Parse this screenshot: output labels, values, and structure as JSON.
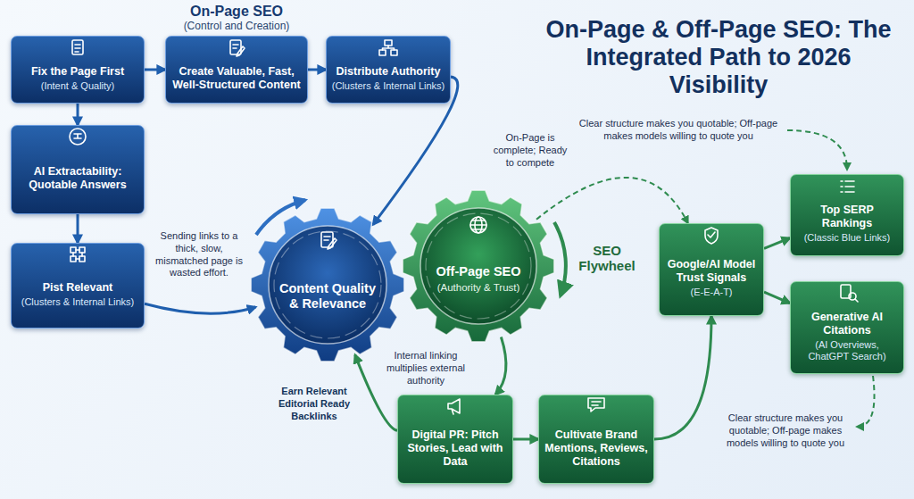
{
  "diagram": {
    "title": "On-Page & Off-Page SEO: The Integrated Path to 2026 Visibility",
    "nodes": [
      {
        "text": [
          "Fix the Page First",
          "(Intent & Quality)"
        ]
      },
      {
        "text": [
          "Create Valuable, Fast, Well-Structured Content"
        ]
      },
      {
        "text": [
          "Distribute Authority",
          "(Clusters & Internal Links)"
        ]
      },
      {
        "text": [
          "AI Extractability: Quotable Answers"
        ]
      },
      {
        "text": [
          "Pist Relevant",
          "(Clusters & Internal Links)"
        ]
      },
      {
        "text": [
          "Content Quality & Relevance"
        ]
      },
      {
        "text": [
          "Off-Page SEO",
          "(Authority & Trust)"
        ]
      },
      {
        "text": [
          "Google/AI Model Trust Signals",
          "(E-E-A-T)"
        ]
      },
      {
        "text": [
          "Top SERP Rankings",
          "(Classic Blue Links)"
        ]
      },
      {
        "text": [
          "Generative AI Citations",
          "(AI Overviews, ChatGPT Search)"
        ]
      },
      {
        "text": [
          "Digital PR: Pitch Stories, Lead with Data"
        ]
      },
      {
        "text": [
          "Cultivate Brand Mentions, Reviews, Citations"
        ]
      }
    ],
    "edges": [
      {
        "from": 0,
        "to": 1,
        "arrow": "to"
      },
      {
        "from": 1,
        "to": 2,
        "arrow": "to"
      },
      {
        "from": 0,
        "to": 3,
        "arrow": "to"
      },
      {
        "from": 3,
        "to": 4,
        "arrow": "to"
      },
      {
        "from": 2,
        "to": 5,
        "arrow": "to"
      },
      {
        "from": 4,
        "to": 5,
        "arrow": "to"
      },
      {
        "from": 6,
        "to": 10,
        "arrow": "to"
      },
      {
        "from": 10,
        "to": 5,
        "arrow": "to"
      },
      {
        "from": 10,
        "to": 11,
        "arrow": "to"
      },
      {
        "from": 11,
        "to": 7,
        "arrow": "to"
      },
      {
        "from": 7,
        "to": 8,
        "arrow": "to"
      },
      {
        "from": 7,
        "to": 9,
        "arrow": "to"
      },
      {
        "from": 6,
        "to": 7,
        "arrow": "to"
      }
    ],
    "labels": [
      "On-Page SEO",
      "(Control and Creation)",
      "Sending links to a thick, slow, mismatched page is wasted effort.",
      "On-Page is complete; Ready to compete",
      "SEO Flywheel",
      "Clear structure makes you quotable; Off-page makes models willing to quote you",
      "Internal linking multiplies external authority",
      "Earn Relevant Editorial Ready Backlinks",
      "Clear structure makes you quotable; Off-page makes models willing to quote you"
    ]
  }
}
